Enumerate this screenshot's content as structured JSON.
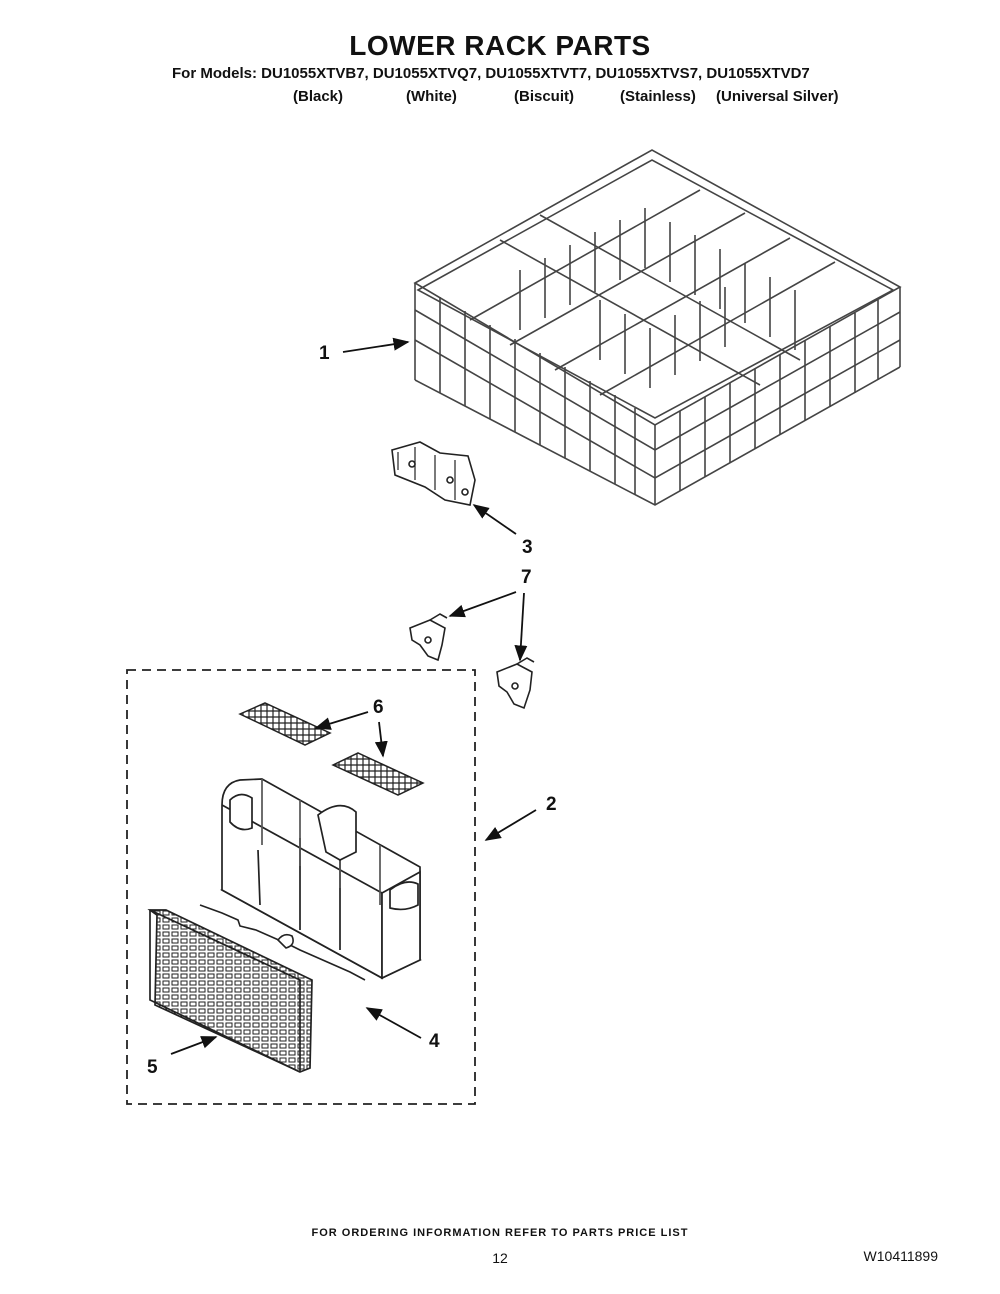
{
  "header": {
    "title": "LOWER RACK PARTS",
    "models_line": "For Models: DU1055XTVB7, DU1055XTVQ7, DU1055XTVT7, DU1055XTVS7, DU1055XTVD7",
    "colors": [
      "(Black)",
      "(White)",
      "(Biscuit)",
      "(Stainless)",
      "(Universal Silver)"
    ]
  },
  "callouts": [
    "1",
    "3",
    "7",
    "6",
    "2",
    "4",
    "5"
  ],
  "footer": {
    "ordering_note": "FOR ORDERING INFORMATION REFER TO PARTS PRICE LIST",
    "page_number": "12",
    "document_number": "W10411899"
  }
}
